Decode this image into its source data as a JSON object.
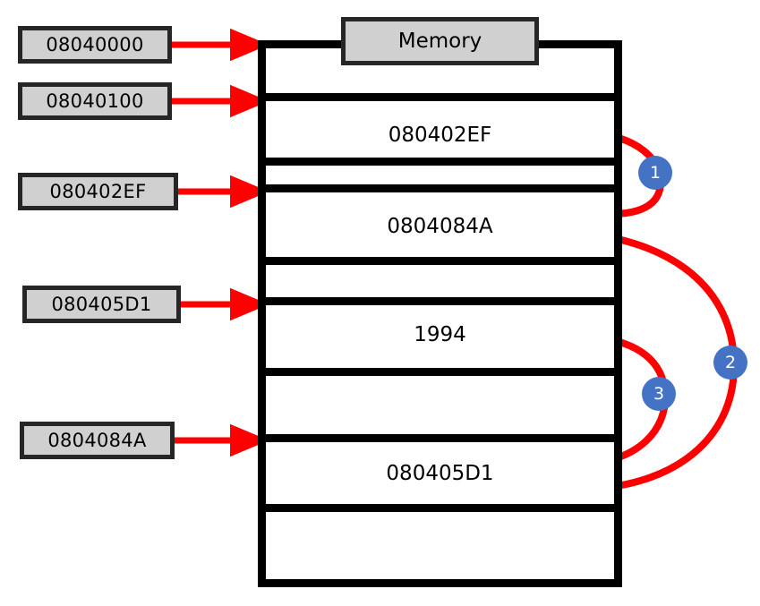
{
  "diagram": {
    "title": "Memory",
    "accent_red": "#FF0000",
    "badge_blue": "#4472C4",
    "chip_fill": "#D0D0D0",
    "chip_border": "#262626",
    "frame_color": "#000000"
  },
  "address_labels": [
    {
      "id": "addr-08040000",
      "text": "08040000"
    },
    {
      "id": "addr-08040100",
      "text": "08040100"
    },
    {
      "id": "addr-080402EF",
      "text": "080402EF"
    },
    {
      "id": "addr-080405D1",
      "text": "080405D1"
    },
    {
      "id": "addr-0804084A",
      "text": "0804084A"
    }
  ],
  "memory_cells": [
    {
      "id": "cell-1",
      "value": ""
    },
    {
      "id": "cell-2",
      "value": "080402EF"
    },
    {
      "id": "cell-3",
      "value": ""
    },
    {
      "id": "cell-4",
      "value": "0804084A"
    },
    {
      "id": "cell-5",
      "value": ""
    },
    {
      "id": "cell-6",
      "value": "1994"
    },
    {
      "id": "cell-7",
      "value": ""
    },
    {
      "id": "cell-8",
      "value": "080405D1"
    },
    {
      "id": "cell-9",
      "value": ""
    }
  ],
  "step_badges": [
    {
      "id": "step-1",
      "label": "1"
    },
    {
      "id": "step-2",
      "label": "2"
    },
    {
      "id": "step-3",
      "label": "3"
    }
  ]
}
